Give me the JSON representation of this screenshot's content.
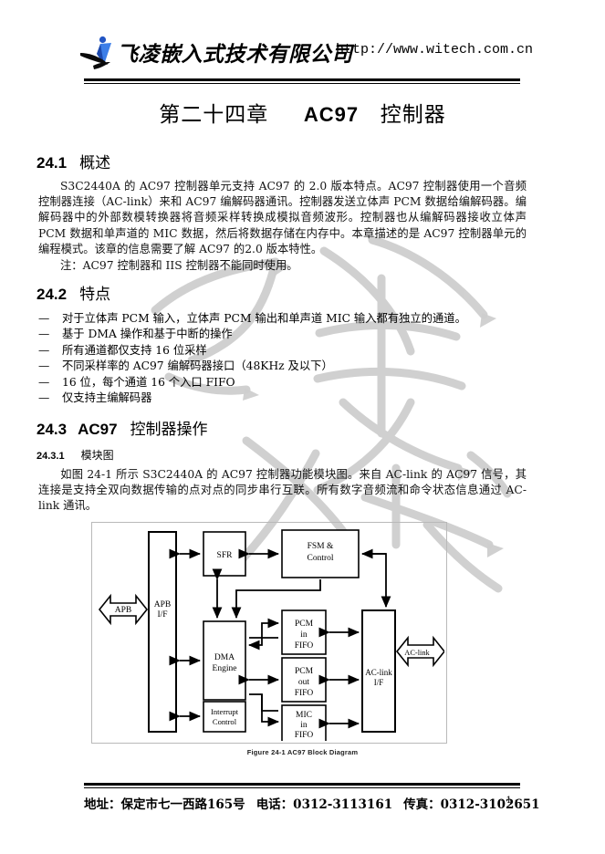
{
  "header": {
    "logo_icon": "sail-logo-icon",
    "company_name": "飞凌嵌入式技术有限公司",
    "url": "http://www.witech.com.cn"
  },
  "chapter": {
    "title_prefix": "第二十四章",
    "title_code": "AC97",
    "title_suffix": "控制器"
  },
  "watermark": {
    "text": "飞凌嵌入式",
    "color": "#c9c9c9"
  },
  "sections": {
    "s241": {
      "num": "24.1",
      "title": "概述",
      "paragraph": "S3C2440A 的 AC97 控制器单元支持 AC97 的 2.0 版本特点。AC97 控制器使用一个音频控制器连接（AC-link）来和 AC97 编解码器通讯。控制器发送立体声 PCM 数据给编解码器。编解码器中的外部数模转换器将音频采样转换成模拟音频波形。控制器也从编解码器接收立体声 PCM 数据和单声道的 MIC 数据，然后将数据存储在内存中。本章描述的是 AC97 控制器单元的编程模式。该章的信息需要了解 AC97 的2.0 版本特性。",
      "note": "注：AC97 控制器和 IIS 控制器不能同时使用。"
    },
    "s242": {
      "num": "24.2",
      "title": "特点",
      "items": [
        "对于立体声 PCM 输入，立体声 PCM 输出和单声道 MIC 输入都有独立的通道。",
        "基于 DMA 操作和基于中断的操作",
        "所有通道都仅支持 16 位采样",
        "不同采样率的 AC97 编解码器接口（48KHz 及以下）",
        "16 位，每个通道 16 个入口 FIFO",
        "仅支持主编解码器"
      ],
      "dash": "—"
    },
    "s243": {
      "num": "24.3",
      "title_code": "AC97",
      "title": "控制器操作",
      "sub": {
        "num": "24.3.1",
        "title": "模块图",
        "paragraph": "如图 24-1 所示 S3C2440A 的 AC97 控制器功能模块图。来自 AC-link 的 AC97 信号，其连接是支持全双向数据传输的点对点的同步串行互联。所有数字音频流和命令状态信息通过 AC-link 通讯。"
      }
    }
  },
  "figure": {
    "caption": "Figure 24-1 AC97 Block Diagram",
    "blocks": {
      "apb_bus": "APB",
      "apb_if_l1": "APB",
      "apb_if_l2": "I/F",
      "sfr": "SFR",
      "fsm_l1": "FSM &",
      "fsm_l2": "Control",
      "dma_l1": "DMA",
      "dma_l2": "Engine",
      "int_l1": "Interrupt",
      "int_l2": "Control",
      "pcm_in_l1": "PCM",
      "pcm_in_l2": "in",
      "pcm_in_l3": "FIFO",
      "pcm_out_l1": "PCM",
      "pcm_out_l2": "out",
      "pcm_out_l3": "FIFO",
      "mic_in_l1": "MIC",
      "mic_in_l2": "in",
      "mic_in_l3": "FIFO",
      "aclink_if_l1": "AC-link",
      "aclink_if_l2": "I/F",
      "aclink_bus": "AC-link"
    }
  },
  "footer": {
    "address": "地址：保定市七一西路165号",
    "phone": "电话：0312-3113161",
    "fax": "传真：0312-3102651",
    "page_number": "- 1 -"
  }
}
